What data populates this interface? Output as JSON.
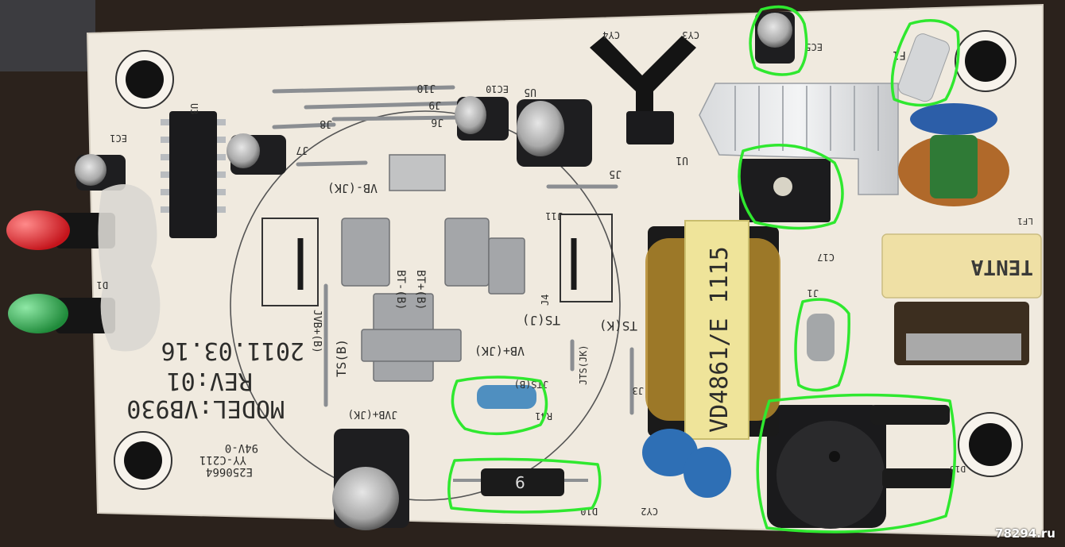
{
  "board": {
    "model": "MODEL:VB930",
    "revision": "REV:01",
    "date": "2011.03.16",
    "cert_number": "E250664",
    "flame_rating": "94V-0",
    "cert_code": "YY-C211"
  },
  "connectors": {
    "vb_minus_jk": "VB-(JK)",
    "vb_plus_jk": "VB+(JK)",
    "jvb_plus_b": "JVB+(B)",
    "jvb_plus_jk": "JVB+(JK)",
    "bt_minus_b": "BT-(B)",
    "bt_plus_b": "BT+(B)",
    "ts_b": "TS(B)",
    "ts_j": "TS(J)",
    "ts_k": "TS(K)",
    "jts_jk": "JTS(JK)",
    "jts_b": "JTS(B)"
  },
  "refdes": {
    "u3": "U3",
    "u5": "U5",
    "u1": "U1",
    "ec1": "EC1",
    "ec5": "EC5",
    "ec10": "EC10",
    "j10": "J10",
    "j9": "J9",
    "j8": "J8",
    "j7": "J7",
    "j6": "J6",
    "j5": "J5",
    "j11": "J11",
    "j4": "J4",
    "j3": "J3",
    "j1": "J1",
    "r41": "R41",
    "d10": "D10",
    "d18": "D18",
    "cy2": "CY2",
    "cy3": "CY3",
    "cy4": "CY4",
    "c17": "C17",
    "f1": "F1",
    "lf1": "LF1",
    "d1": "D1"
  },
  "transformer_label": "VD4861/E 1115",
  "choke_brand": "TENTA",
  "diode_mark": "6",
  "watermark": "78294.ru",
  "colors": {
    "board": "#f1ebdf",
    "highlight": "#2fe82f",
    "capacitor_body": "#1c1c1e",
    "transformer_tape": "#efe49a",
    "led_red": "#e2232b",
    "led_green": "#2aa64a"
  },
  "icons": [
    "component-highlight-outline"
  ]
}
